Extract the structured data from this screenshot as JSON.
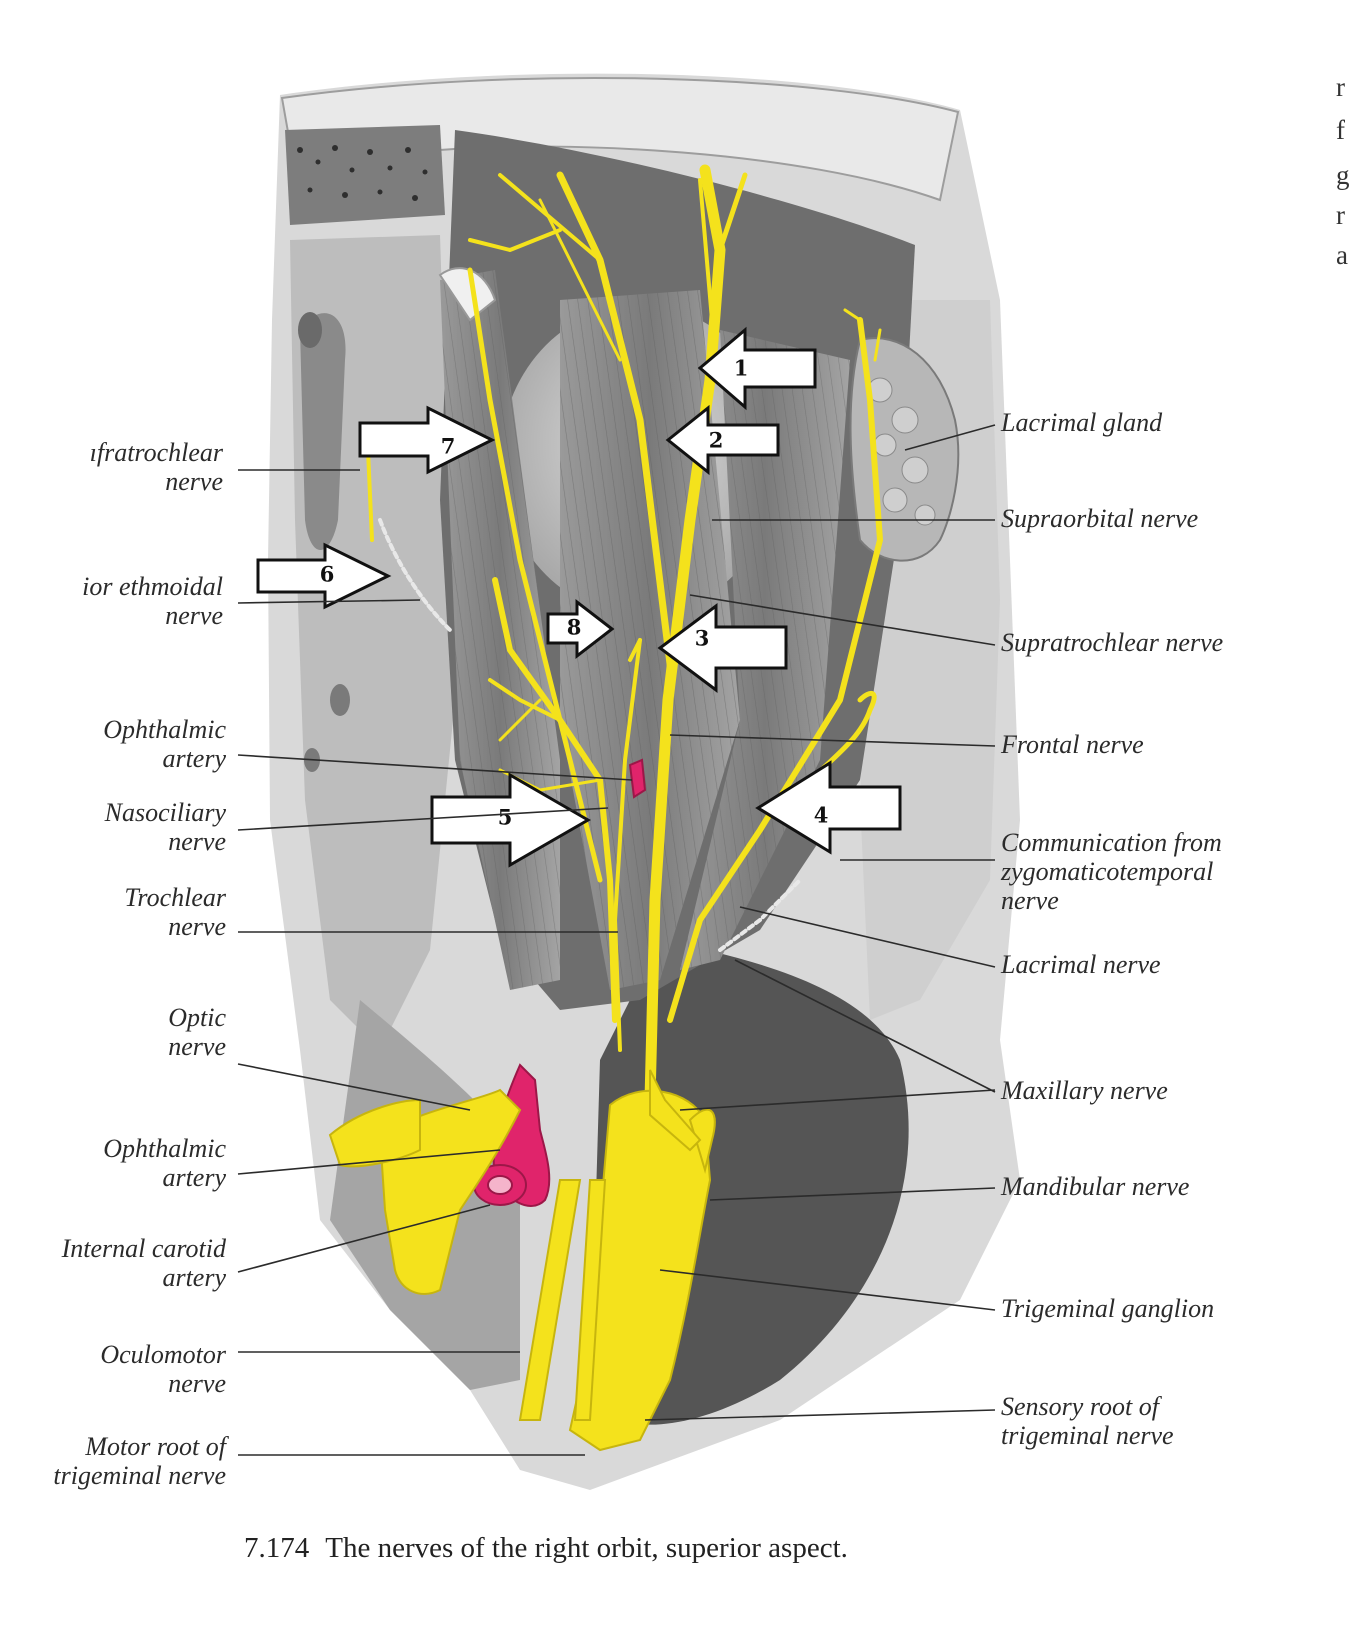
{
  "caption": {
    "number": "7.174",
    "text": "The nerves of the right orbit, superior aspect."
  },
  "arrows": [
    "1",
    "2",
    "3",
    "4",
    "5",
    "6",
    "7",
    "8"
  ],
  "left_labels": [
    {
      "line1": "ıfratrochlear",
      "line2": "nerve"
    },
    {
      "line1": "ior ethmoidal",
      "line2": "nerve"
    },
    {
      "line1": "Ophthalmic",
      "line2": "artery"
    },
    {
      "line1": "Nasociliary",
      "line2": "nerve"
    },
    {
      "line1": "Trochlear",
      "line2": "nerve"
    },
    {
      "line1": "Optic",
      "line2": "nerve"
    },
    {
      "line1": "Ophthalmic",
      "line2": "artery"
    },
    {
      "line1": "Internal carotid",
      "line2": "artery"
    },
    {
      "line1": "Oculomotor",
      "line2": "nerve"
    },
    {
      "line1": "Motor root of",
      "line2": "trigeminal nerve"
    }
  ],
  "right_labels": [
    {
      "line1": "Lacrimal gland"
    },
    {
      "line1": "Supraorbital nerve"
    },
    {
      "line1": "Supratrochlear nerve"
    },
    {
      "line1": "Frontal nerve"
    },
    {
      "line1": "Communication from",
      "line2": "zygomaticotemporal",
      "line3": "nerve"
    },
    {
      "line1": "Lacrimal nerve"
    },
    {
      "line1": "Maxillary nerve"
    },
    {
      "line1": "Mandibular nerve"
    },
    {
      "line1": "Trigeminal ganglion"
    },
    {
      "line1": "Sensory root of",
      "line2": "trigeminal nerve"
    }
  ],
  "margin_text": [
    "r",
    "f",
    "g",
    "r",
    "a"
  ],
  "colors": {
    "nerve": "#f4e21c",
    "nerve_outline": "#c7b50e",
    "artery": "#e0246b",
    "tissue_dark": "#6f6f6f",
    "tissue_light": "#c9c9c9",
    "bone": "#e4e4e4",
    "arrow_fill": "#ffffff",
    "arrow_stroke": "#111111"
  }
}
